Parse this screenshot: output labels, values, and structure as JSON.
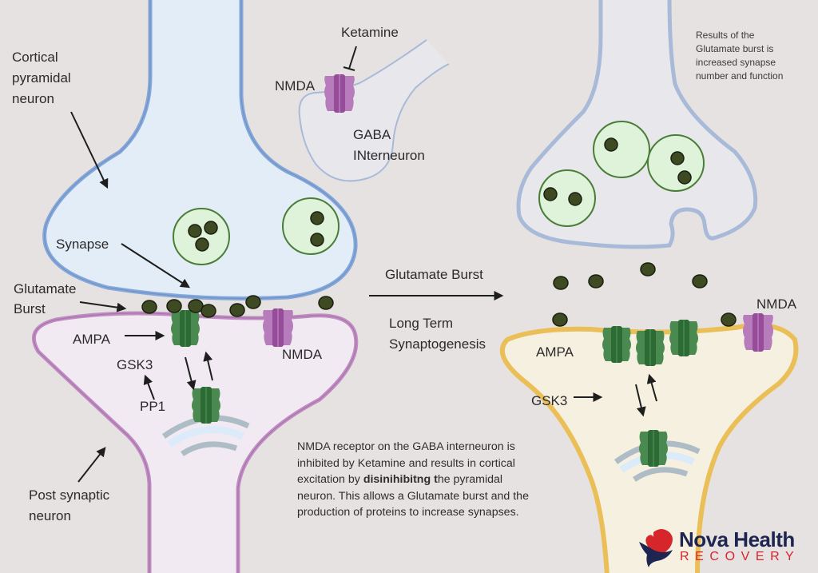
{
  "labels": {
    "cortical": [
      "Cortical",
      "pyramidal",
      "neuron"
    ],
    "ketamine": "Ketamine",
    "nmda_gaba": "NMDA",
    "gaba": [
      "GABA",
      "INterneuron"
    ],
    "results_note": [
      "Results of the",
      "Glutamate burst is",
      "increased synapse",
      "number and function"
    ],
    "synapse": "Synapse",
    "glutamate_left": [
      "Glutamate",
      "Burst"
    ],
    "ampa_left": "AMPA",
    "gsk3_left": "GSK3",
    "pp1": "PP1",
    "nmda_left": "NMDA",
    "post_synaptic": [
      "Post synaptic",
      "neuron"
    ],
    "glutamate_burst_mid": "Glutamate Burst",
    "long_term": [
      "Long Term",
      "Synaptogenesis"
    ],
    "ampa_right": "AMPA",
    "gsk3_right": "GSK3",
    "nmda_right": "NMDA"
  },
  "description": {
    "part1": "NMDA receptor on the GABA interneuron is inhibited by Ketamine and results in cortical excitation by ",
    "bold": "disinihibitng t",
    "part2": "he pyramidal neuron. This allows a Glutamate burst and the production of proteins to increase synapses."
  },
  "logo": {
    "name": "Nova Health",
    "sub": "RECOVERY"
  },
  "colors": {
    "background": "#e6e2e1",
    "pre_neuron_fill": "#e2edf8",
    "pre_neuron_stroke": "#86a8d8",
    "post_left_fill": "#f1eaf2",
    "post_left_stroke": "#c08ec2",
    "post_right_fill": "#f6f0e1",
    "post_right_stroke": "#ebbf58",
    "ampa": "#3f7f45",
    "nmda": "#b06fb3",
    "vesicle_fill": "#dff2da",
    "vesicle_stroke": "#4a7d38",
    "glutamate": "#3d4a22",
    "logo_navy": "#1d2550",
    "logo_red": "#d7252c"
  }
}
